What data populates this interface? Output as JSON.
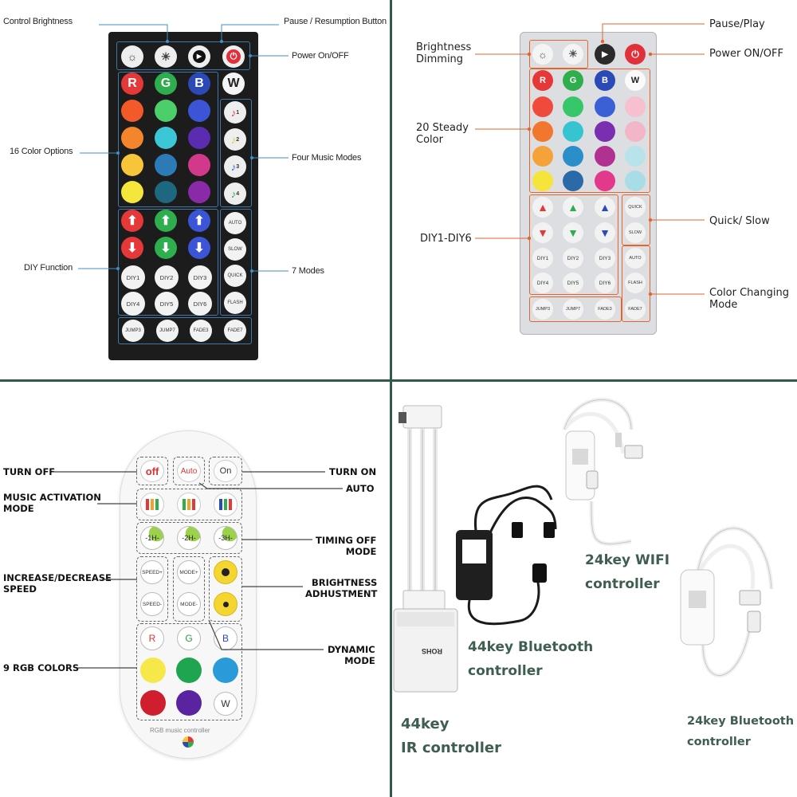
{
  "q1": {
    "labels": {
      "control_brightness": "Control Brightness",
      "pause_resumption": "Pause / Resumption Button",
      "power": "Power On/OFF",
      "color_options": "16 Color Options",
      "music_modes": "Four Music Modes",
      "diy": "DIY Function",
      "modes": "7 Modes"
    },
    "keys": {
      "rgbw": [
        "R",
        "G",
        "B",
        "W"
      ],
      "music": [
        "1",
        "2",
        "3",
        "4"
      ],
      "side_modes": [
        "AUTO",
        "SLOW",
        "QUICK",
        "FLASH"
      ],
      "diy": [
        "DIY1",
        "DIY2",
        "DIY3",
        "DIY4",
        "DIY5",
        "DIY6"
      ],
      "bottom": [
        "JUMP3",
        "JUMP7",
        "FADE3",
        "FADE7"
      ]
    }
  },
  "q2": {
    "labels": {
      "brightness": "Brightness\nDimming",
      "pause": "Pause/Play",
      "power": "Power ON/OFF",
      "steady": "20 Steady\nColor",
      "quick": "Quick/ Slow",
      "diy": "DIY1-DIY6",
      "changing": "Color Changing\nMode"
    },
    "keys": {
      "rgbw": [
        "R",
        "G",
        "B",
        "W"
      ],
      "quickslow": [
        "QUICK",
        "SLOW"
      ],
      "diy": [
        "DIY1",
        "DIY2",
        "DIY3",
        "DIY4",
        "DIY5",
        "DIY6"
      ],
      "modes": [
        "AUTO",
        "FLASH"
      ],
      "bottom": [
        "JUMP3",
        "JUMP7",
        "FADE3",
        "FADE7"
      ]
    }
  },
  "q3": {
    "labels": {
      "turn_off": "TURN OFF",
      "turn_on": "TURN ON",
      "auto": "AUTO",
      "music": "MUSIC ACTIVATION\nMODE",
      "timing": "TIMING OFF\nMODE",
      "speed": "INCREASE/DECREASE\nSPEED",
      "brightness": "BRIGHTNESS\nADHUSTMENT",
      "dynamic": "DYNAMIC\nMODE",
      "rgb": "9 RGB COLORS"
    },
    "keys": {
      "top": [
        "off",
        "Auto",
        "On"
      ],
      "timers": [
        "-1H-",
        "-2H-",
        "-3H-"
      ],
      "speed": [
        "SPEED+",
        "SPEED-"
      ],
      "mode": [
        "MODE+",
        "MODE-"
      ],
      "rgb": [
        "R",
        "G",
        "B",
        "W"
      ],
      "brand": "RGB music controller"
    }
  },
  "q4": {
    "labels": {
      "wifi": "24key WIFI\ncontroller",
      "bt44": "44key Bluetooth\ncontroller",
      "ir44": "44key\nIR controller",
      "bt24": "24key Bluetooth\ncontroller"
    },
    "box_text": "ROHS"
  }
}
